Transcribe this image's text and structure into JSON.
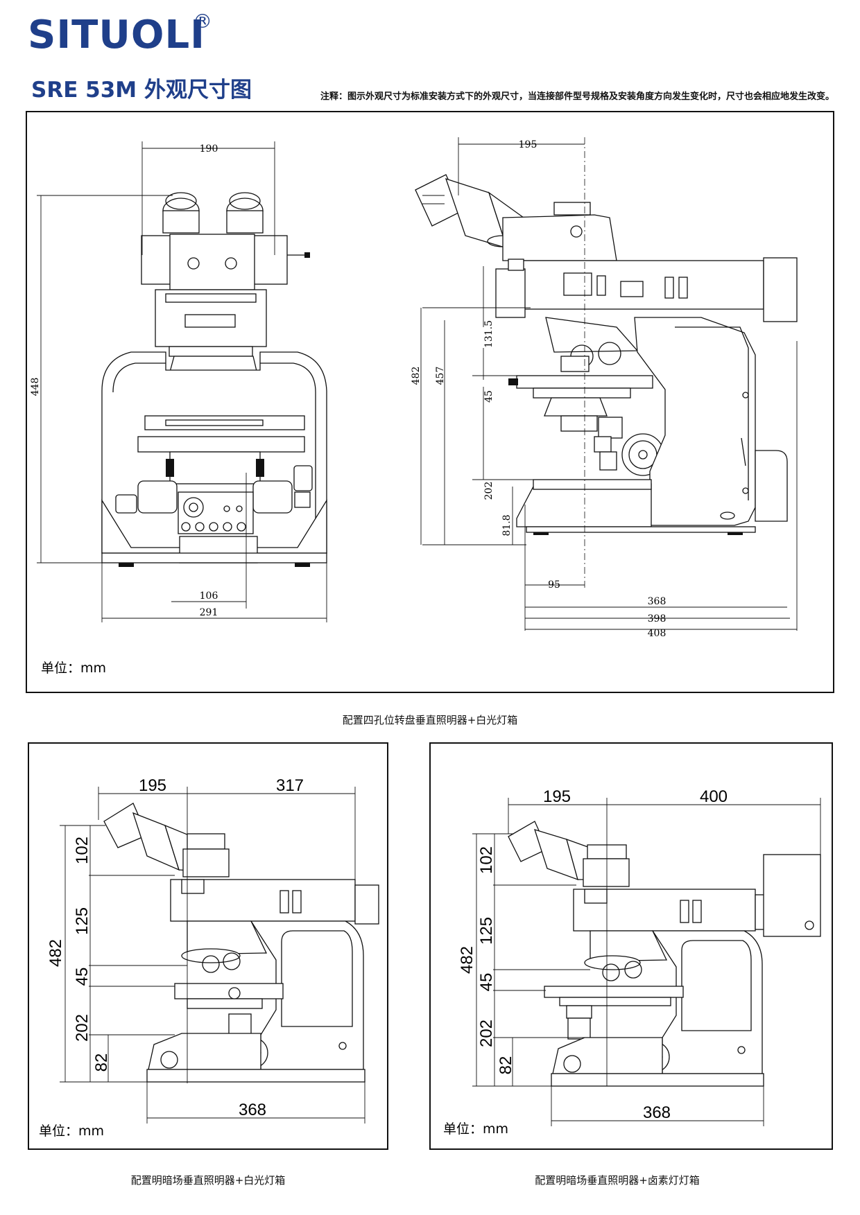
{
  "header": {
    "brand": "SITUOLI",
    "registered_mark": "®",
    "title": "SRE 53M 外观尺寸图",
    "note": "注释：图示外观尺寸为标准安装方式下的外观尺寸，当连接部件型号规格及安装角度方向发生变化时，尺寸也会相应地发生改变。"
  },
  "top_panel": {
    "unit": "单位：mm",
    "caption": "配置四孔位转盘垂直照明器+白光灯箱",
    "front_view": {
      "dim_width_top": "190",
      "dim_height_total": "448",
      "dim_width_base": "291",
      "dim_width_partial": "106"
    },
    "side_view": {
      "dim_width_top": "195",
      "dim_height_482": "482",
      "dim_height_457": "457",
      "dim_131_5": "131.5",
      "dim_45": "45",
      "dim_202": "202",
      "dim_81_8": "81.8",
      "dim_95": "95",
      "dim_368": "368",
      "dim_398": "398",
      "dim_408": "408"
    }
  },
  "bottom_left_panel": {
    "unit": "单位：mm",
    "caption": "配置明暗场垂直照明器+白光灯箱",
    "dims": {
      "top_left": "195",
      "top_right": "317",
      "total_height": "482",
      "h102": "102",
      "h125": "125",
      "h45": "45",
      "h202": "202",
      "h82": "82",
      "base": "368"
    }
  },
  "bottom_right_panel": {
    "unit": "单位：mm",
    "caption": "配置明暗场垂直照明器+卤素灯灯箱",
    "dims": {
      "top_left": "195",
      "top_right": "400",
      "total_height": "482",
      "h102": "102",
      "h125": "125",
      "h45": "45",
      "h202": "202",
      "h82": "82",
      "base": "368"
    }
  }
}
